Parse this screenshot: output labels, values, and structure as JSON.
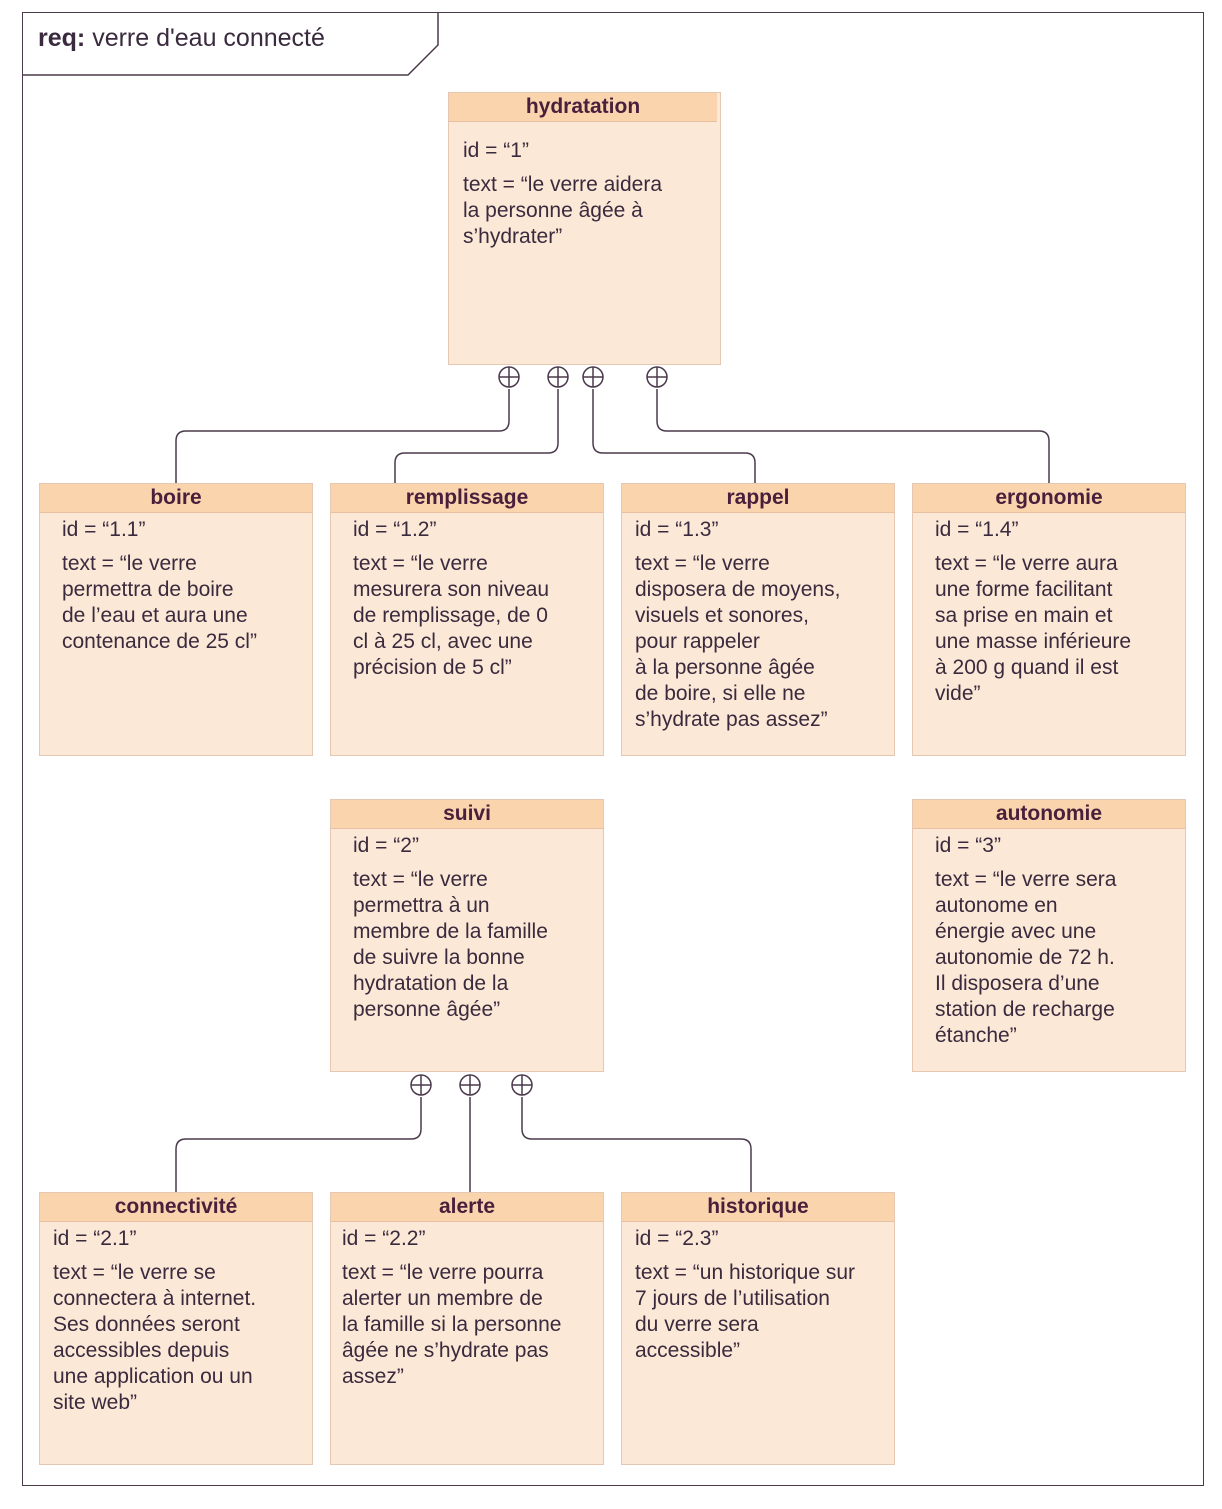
{
  "frame": {
    "keyword": "req:",
    "name": "verre d'eau connecté"
  },
  "requirements": {
    "hydratation": {
      "name": "hydratation",
      "id": "id = “1”",
      "text": "text = “le verre aidera\nla personne âgée à\ns’hydrater”"
    },
    "boire": {
      "name": "boire",
      "id": "id = “1.1”",
      "text": "text = “le verre\npermettra de boire\nde l’eau et aura une\ncontenance de 25 cl”"
    },
    "remplissage": {
      "name": "remplissage",
      "id": "id = “1.2”",
      "text": "text = “le verre\nmesurera son niveau\nde remplissage, de 0\ncl à 25 cl, avec une\nprécision de 5 cl”"
    },
    "rappel": {
      "name": "rappel",
      "id": "id = “1.3”",
      "text": "text = “le verre\ndisposera de moyens,\nvisuels et sonores,\npour rappeler\nà la personne âgée\nde boire, si elle ne\ns’hydrate pas assez”"
    },
    "ergonomie": {
      "name": "ergonomie",
      "id": "id = “1.4”",
      "text": "text = “le verre aura\nune forme facilitant\nsa prise en main et\nune masse inférieure\nà 200 g quand il est\nvide”"
    },
    "suivi": {
      "name": "suivi",
      "id": "id = “2”",
      "text": "text = “le verre\npermettra à un\nmembre de la famille\nde suivre la bonne\nhydratation de la\npersonne âgée”"
    },
    "autonomie": {
      "name": "autonomie",
      "id": "id = “3”",
      "text": "text = “le verre sera\nautonome en\nénergie avec une\nautonomie de 72 h.\nIl disposera d’une\nstation de recharge\nétanche”"
    },
    "connectivite": {
      "name": "connectivité",
      "id": "id = “2.1”",
      "text": "text = “le verre se\nconnectera à internet.\nSes données seront\naccessibles depuis\nune application ou un\nsite web”"
    },
    "alerte": {
      "name": "alerte",
      "id": "id = “2.2”",
      "text": "text = “le verre pourra\nalerter un membre de\nla famille si la personne\nâgée ne s’hydrate pas\nassez”"
    },
    "historique": {
      "name": "historique",
      "id": "id = “2.3”",
      "text": "text = “un historique sur\n7 jours de l’utilisation\ndu verre sera\naccessible”"
    }
  },
  "containment": [
    {
      "parent": "hydratation",
      "child": "boire"
    },
    {
      "parent": "hydratation",
      "child": "remplissage"
    },
    {
      "parent": "hydratation",
      "child": "rappel"
    },
    {
      "parent": "hydratation",
      "child": "ergonomie"
    },
    {
      "parent": "suivi",
      "child": "connectivite"
    },
    {
      "parent": "suivi",
      "child": "alerte"
    },
    {
      "parent": "suivi",
      "child": "historique"
    }
  ],
  "colors": {
    "block_fill": "#fbe8d6",
    "header_fill": "#f9d4ad",
    "border": "#e6c8b2",
    "line": "#4a3a4c",
    "title_text": "#4a1f3c"
  }
}
